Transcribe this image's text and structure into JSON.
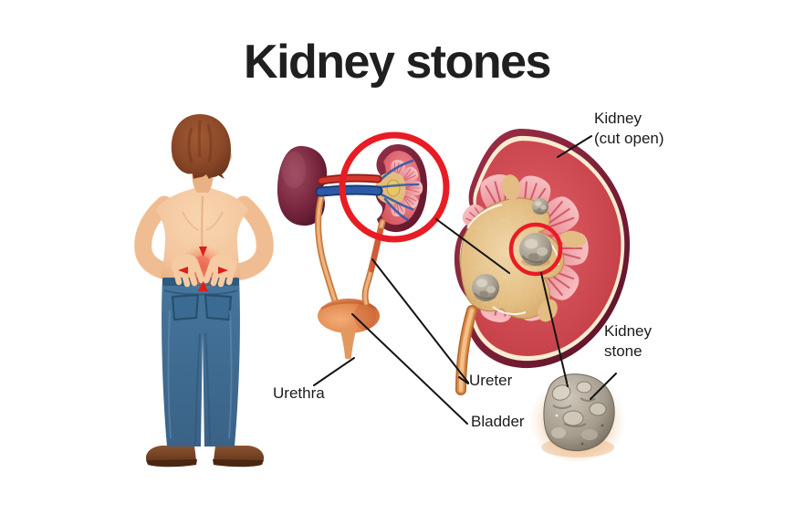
{
  "title": "Kidney stones",
  "labels": {
    "kidney_cut_open": {
      "line1": "Kidney",
      "line2": "(cut open)"
    },
    "ureter": "Ureter",
    "bladder": "Bladder",
    "urethra": "Urethra",
    "kidney_stone": {
      "line1": "Kidney",
      "line2": "stone"
    }
  },
  "figures": {
    "person": "man-with-lower-back-pain",
    "urinary_system": "kidney-ureter-bladder-diagram",
    "magnifier": "kidney-cross-section-magnified",
    "big_kidney": "kidney-cut-open-with-stones",
    "stone": "kidney-stone-closeup"
  },
  "colors": {
    "background": "#ffffff",
    "title_text": "#1f1f1f",
    "label_text": "#1b1b1b",
    "pointer_line": "#141414",
    "highlight_ring_red": "#e81c24",
    "pain_red": "#dd1f1a",
    "skin": "#f3c59d",
    "hair_brown": "#8a4728",
    "jeans_blue": "#3f6f96",
    "shoe_brown": "#6f3f1f",
    "kidney_maroon": "#6d1f33",
    "cortex_red": "#d84a50",
    "pyramid_pink": "#f2a7ac",
    "pelvis_tan": "#e2bc83",
    "ureter_tan": "#dd8f4b",
    "bladder_orange": "#e48a52",
    "artery_red": "#d5372c",
    "vein_blue": "#2c5aa8",
    "stone_grey": "#a29a8b"
  }
}
